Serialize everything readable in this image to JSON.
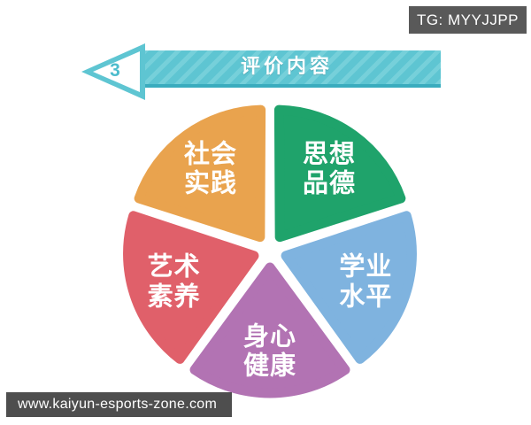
{
  "badge": {
    "text": "TG: MYYJJPP",
    "bg": "#595959"
  },
  "banner": {
    "number": "3",
    "title": "评价内容",
    "base_color": "#5EC5D2",
    "stripe_color": "#76D0DA",
    "border_color": "#3AACBE",
    "arrow_inner_color": "#ffffff",
    "number_color": "#4CBCCD"
  },
  "chart_data": {
    "type": "pie",
    "title": "评价内容",
    "note": "five equal slices, exploded, starting at 12 o'clock going clockwise",
    "segments": [
      {
        "label": "思想品德",
        "lines": [
          "思想",
          "品德"
        ],
        "value": 20,
        "color": "#1FA36B"
      },
      {
        "label": "学业水平",
        "lines": [
          "学业",
          "水平"
        ],
        "value": 20,
        "color": "#7FB3DF"
      },
      {
        "label": "身心健康",
        "lines": [
          "身心",
          "健康"
        ],
        "value": 20,
        "color": "#B273B3"
      },
      {
        "label": "艺术素养",
        "lines": [
          "艺术",
          "素养"
        ],
        "value": 20,
        "color": "#E0606A"
      },
      {
        "label": "社会实践",
        "lines": [
          "社会",
          "实践"
        ],
        "value": 20,
        "color": "#E9A34E"
      }
    ]
  },
  "footer": {
    "url": "www.kaiyun-esports-zone.com",
    "bg": "#4E4E4E"
  }
}
